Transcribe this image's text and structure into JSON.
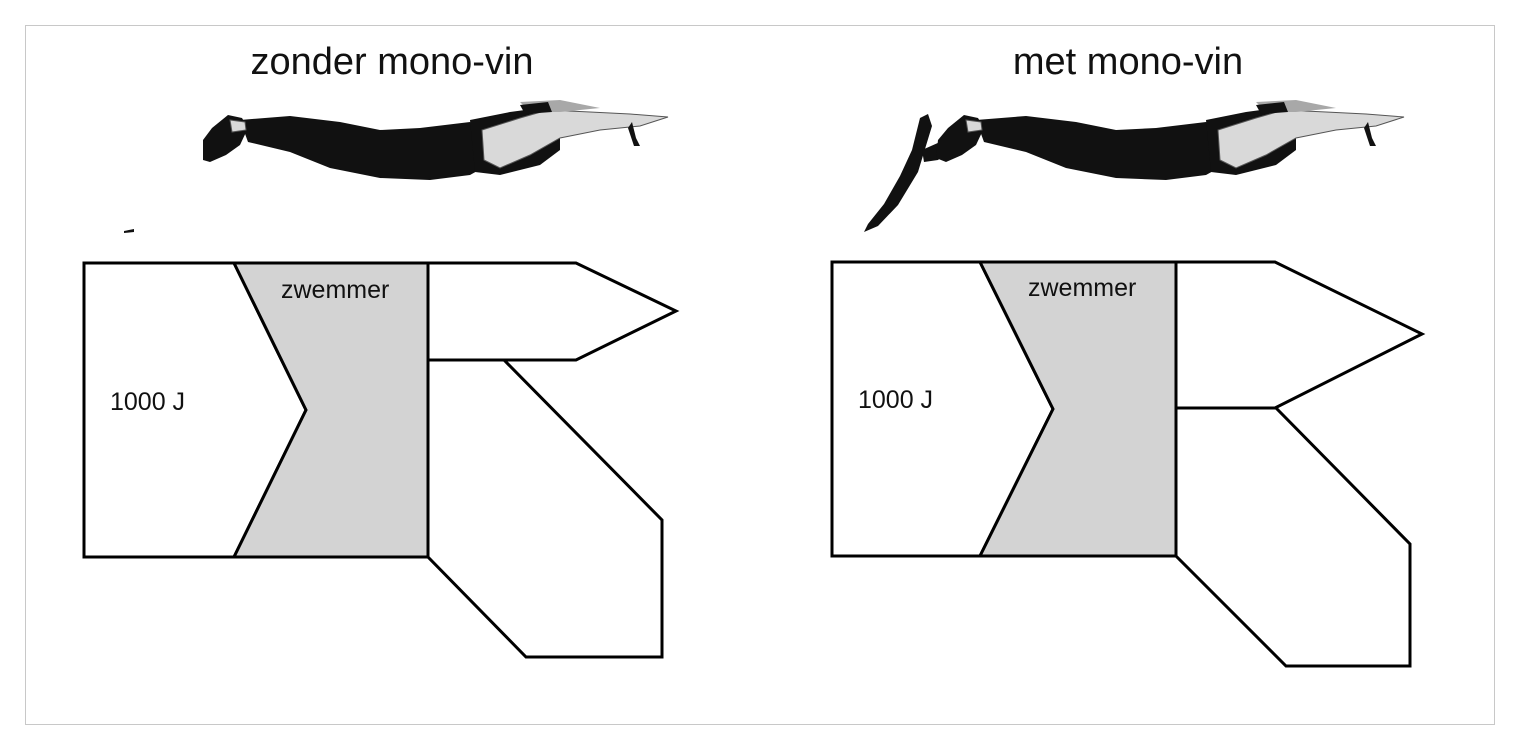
{
  "panels": [
    {
      "title": "zonder mono-vin",
      "input_label": "1000 J",
      "swimmer_label": "zwemmer",
      "has_monofin": false
    },
    {
      "title": "met mono-vin",
      "input_label": "1000 J",
      "swimmer_label": "zwemmer",
      "has_monofin": true
    }
  ],
  "colors": {
    "swimmer_fill": "#d3d3d3",
    "box_fill": "#ffffff",
    "stroke": "#000000"
  }
}
